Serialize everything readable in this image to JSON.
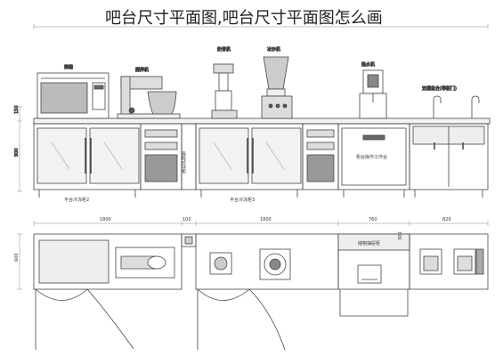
{
  "title": "吧台尺寸平面图,吧台尺寸平面图怎么画",
  "elevation": {
    "equipment_labels": {
      "microwave": "烤箱",
      "mixer": "搅拌机",
      "blender": "奶昔机",
      "ice_machine": "冰沙机",
      "water_dispenser": "热水机",
      "sink": "双槽盆台(带柜门)"
    },
    "cabinet_labels": {
      "left": "平台冷冻柜2",
      "middle": "平台冷冻柜3",
      "vertical": "吸收式冰柜",
      "drawer": "柜台操作工作台"
    },
    "dims": {
      "height_top": "150",
      "height_body": "900"
    }
  },
  "plan": {
    "dims": {
      "w1": "1800",
      "w2": "100",
      "w3": "1800",
      "w4": "760",
      "w5": "820",
      "d1": "600",
      "d2": "300"
    },
    "labels": {
      "drawer_plan": "储物抽屉柜"
    }
  }
}
